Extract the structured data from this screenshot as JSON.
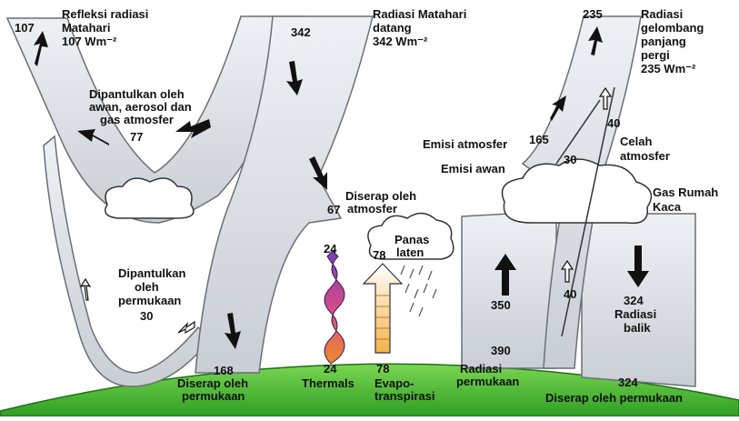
{
  "labels": {
    "reflected_solar_title": [
      "Refleksi radiasi",
      "Matahari"
    ],
    "reflected_solar_value": "107 Wm⁻²",
    "reflected_solar_num": "107",
    "incoming_solar_title": [
      "Radiasi Matahari",
      "datang"
    ],
    "incoming_solar_value": "342 Wm⁻²",
    "incoming_solar_num": "342",
    "outgoing_lw_title": [
      "Radiasi",
      "gelombang",
      "panjang",
      "pergi"
    ],
    "outgoing_lw_value": "235 Wm⁻²",
    "outgoing_lw_num": "235",
    "reflected_clouds": [
      "Dipantulkan oleh",
      "awan, aerosol dan",
      "gas atmosfer"
    ],
    "reflected_clouds_num": "77",
    "absorbed_atmos": [
      "Diserap oleh",
      "atmosfer"
    ],
    "absorbed_atmos_num": "67",
    "reflected_surface": [
      "Dipantulkan",
      "oleh",
      "permukaan"
    ],
    "reflected_surface_num": "30",
    "absorbed_surface_num": "168",
    "absorbed_surface": [
      "Diserap oleh",
      "permukaan"
    ],
    "thermals_num_top": "24",
    "thermals_num": "24",
    "thermals": "Thermals",
    "latent_num": "78",
    "latent": [
      "Panas",
      "laten"
    ],
    "evapo_num": "78",
    "evapo": [
      "Evapo-",
      "transpirasi"
    ],
    "atmos_emission": "Emisi atmosfer",
    "atmos_emission_num": "165",
    "cloud_emission": "Emisi awan",
    "cloud_emission_num": "30",
    "atmos_window_num": "40",
    "atmos_window": [
      "Celah",
      "atmosfer"
    ],
    "ghg": [
      "Gas Rumah",
      "Kaca"
    ],
    "window_num_low": "40",
    "surface_rad_up_num": "350",
    "surface_rad_num": "390",
    "surface_rad": [
      "Radiasi",
      "permukaan"
    ],
    "back_rad_num": "324",
    "back_rad": [
      "Radiasi",
      "balik"
    ],
    "absorbed_surface_right_num": "324",
    "absorbed_surface_right": "Diserap  oleh permukaan"
  },
  "colors": {
    "stream_fill": "#dfe3e8",
    "stream_stroke": "#6b6f75",
    "ground": "#58c43b",
    "ground_dark": "#2e9a22",
    "cloud_fill": "#ffffff"
  }
}
